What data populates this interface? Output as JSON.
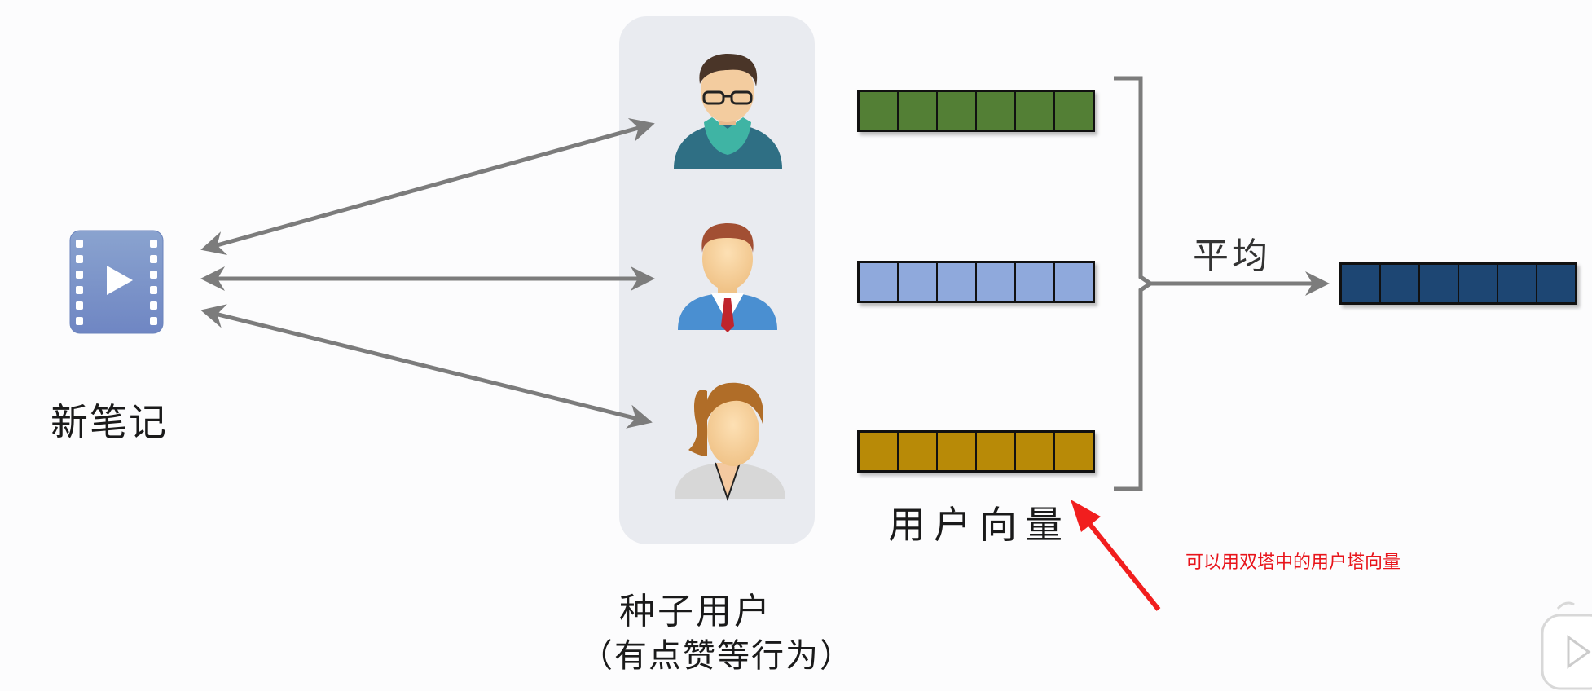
{
  "labels": {
    "new_note": "新笔记",
    "seed_users": "种子用户",
    "seed_users_note": "（有点赞等行为）",
    "user_vectors": "用户向量",
    "average": "平均"
  },
  "annotation": {
    "text": "可以用双塔中的用户塔向量"
  },
  "colors": {
    "vector_user1": "#537f35",
    "vector_user2": "#8fa9dc",
    "vector_user3": "#b88a07",
    "vector_average": "#1d4673",
    "arrow": "#7c7c7c",
    "panel": "#e9ebf0",
    "annotation_arrow": "#f11e1e"
  },
  "icons": {
    "note": "video-file-icon",
    "user1": "man-with-glasses-scarf-icon",
    "user2": "man-with-tie-icon",
    "user3": "woman-icon",
    "corner": "video-player-icon"
  },
  "vectors": {
    "cells": 6
  }
}
